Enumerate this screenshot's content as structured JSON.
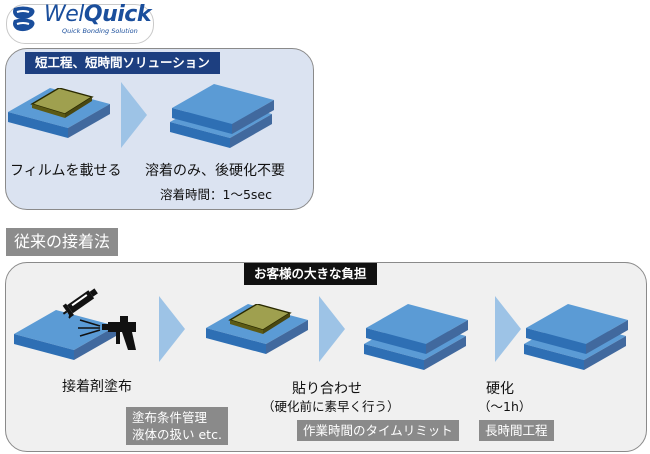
{
  "logo": {
    "brand_prefix": "Wel",
    "brand_suffix": "Quick",
    "tagline": "Quick Bonding Solution"
  },
  "quick_panel": {
    "label": "短工程、短時間ソリューション",
    "step1_caption": "フィルムを載せる",
    "step2_caption": "溶着のみ、後硬化不要",
    "step2_time": "溶着時間：1～5sec"
  },
  "legacy": {
    "heading": "従来の接着法",
    "burden_label": "お客様の大きな負担",
    "step1_caption": "接着剤塗布",
    "step1_note_line1": "塗布条件管理",
    "step1_note_line2": "液体の扱い etc.",
    "step2_caption": "貼り合わせ",
    "step2_sub": "（硬化前に素早く行う）",
    "step2_note": "作業時間のタイムリミット",
    "step3_caption": "硬化",
    "step3_sub": "（～1h）",
    "step3_note": "長時間工程"
  },
  "colors": {
    "plate": "#5b9bd5",
    "film": "#9fa04f",
    "arrow": "#9dc3e6",
    "label_navy": "#1d3f80",
    "panel_top": "#dbe3f1",
    "panel_bottom": "#f0f0f0"
  }
}
